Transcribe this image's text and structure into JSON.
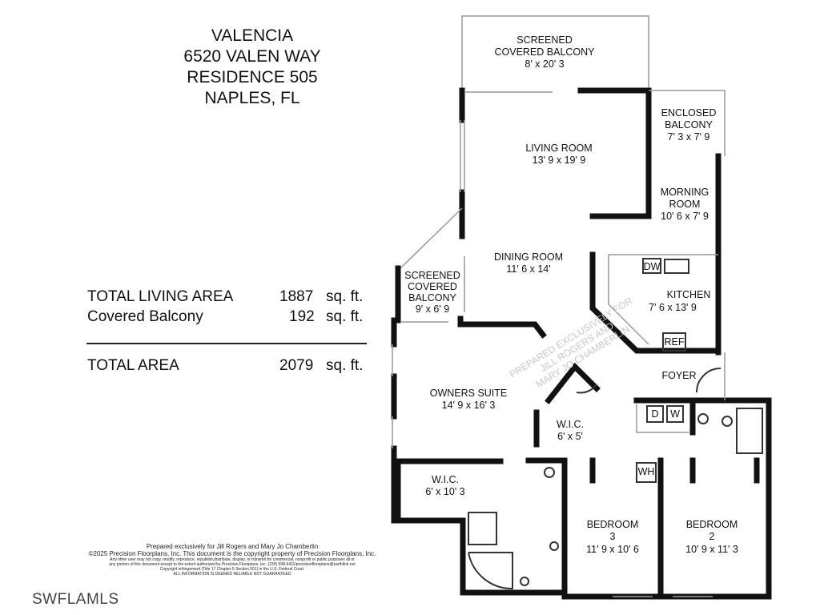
{
  "header": {
    "lines": [
      "VALENCIA",
      "6520 VALEN WAY",
      "RESIDENCE 505",
      "NAPLES, FL"
    ]
  },
  "areas": [
    {
      "label": "TOTAL LIVING AREA",
      "value": "1887",
      "unit": "sq. ft."
    },
    {
      "label": "Covered Balcony",
      "value": "192",
      "unit": "sq. ft."
    },
    {
      "label": "TOTAL AREA",
      "value": "2079",
      "unit": "sq. ft."
    }
  ],
  "rooms": {
    "screened_balcony_top": {
      "name1": "SCREENED",
      "name2": "COVERED BALCONY",
      "dim": "8' x 20' 3"
    },
    "living": {
      "name": "LIVING ROOM",
      "dim": "13' 9 x 19' 9"
    },
    "enclosed_balcony": {
      "name1": "ENCLOSED",
      "name2": "BALCONY",
      "dim": "7' 3 x 7' 9"
    },
    "morning": {
      "name1": "MORNING",
      "name2": "ROOM",
      "dim": "10' 6 x 7' 9"
    },
    "dining": {
      "name": "DINING ROOM",
      "dim": "11' 6 x 14'"
    },
    "screened_balcony_left": {
      "name1": "SCREENED",
      "name2": "COVERED",
      "name3": "BALCONY",
      "dim": "9' x 6' 9"
    },
    "kitchen": {
      "name": "KITCHEN",
      "dim": "7' 6 x 13' 9"
    },
    "foyer": {
      "name": "FOYER"
    },
    "owners_suite": {
      "name": "OWNERS SUITE",
      "dim": "14' 9 x 16' 3"
    },
    "wic_small": {
      "name": "W.I.C.",
      "dim": "6' x 5'"
    },
    "wic_large": {
      "name": "W.I.C.",
      "dim": "6' x 10' 3"
    },
    "bedroom3": {
      "name1": "BEDROOM",
      "name2": "3",
      "dim": "11' 9 x 10' 6"
    },
    "bedroom2": {
      "name1": "BEDROOM",
      "name2": "2",
      "dim": "10' 9 x 11' 3"
    }
  },
  "fixtures": {
    "dw": "DW",
    "ref": "REF",
    "dryer": "D",
    "washer": "W",
    "wh": "WH"
  },
  "watermark": [
    "PREPARED EXCLUSIVELY FOR",
    "JILL ROGERS AND",
    "MARY JO CHAMBERLIN"
  ],
  "fine_print": [
    "Prepared exclusively for Jill Rogers and Mary Jo Chamberlin",
    "©2025 Precision Floorplans, Inc.  This document is the copyright property of Precision Floorplans, Inc.",
    "Any other user may not copy, modify, reproduce, republish,distribute, display, or transmit for commercial, nonprofit or public purposes all or",
    "any portion of this document except to the extent authorized by Precision Floorplans, Inc. (239) 598-9411/precisionfloorplans@earthlink.net",
    "Copyright infringement (Title 17 Chapter 5 Section 501) in the U.S. Federal Court.",
    "ALL INFORMATION IS DEEMED RELIABLE NOT GUARANTEED"
  ],
  "logo": "SWFLAMLS"
}
